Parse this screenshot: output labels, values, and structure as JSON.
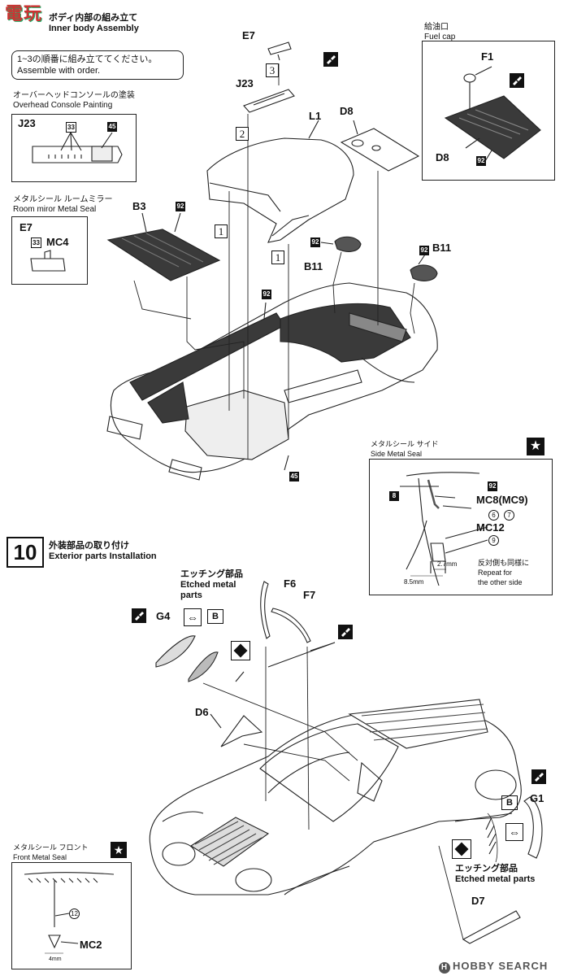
{
  "logo": {
    "text": "電玩"
  },
  "step9": {
    "title_jp": "ボディ内部の組み立て",
    "title_en": "Inner body Assembly",
    "note_jp": "1~3の順番に組み立ててください。",
    "note_en": "Assemble with order.",
    "overhead": {
      "title_jp": "オーバーヘッドコンソールの塗装",
      "title_en": "Overhead Console Painting",
      "part": "J23",
      "c1": "33",
      "c2": "45"
    },
    "mirror": {
      "title_jp": "メタルシール ルームミラー",
      "title_en": "Room miror Metal Seal",
      "part": "E7",
      "color": "33",
      "seal": "MC4"
    },
    "fuel": {
      "title_jp": "給油口",
      "title_en": "Fuel cap",
      "part1": "F1",
      "part2": "D8",
      "color": "92"
    },
    "parts": {
      "e7": "E7",
      "j23": "J23",
      "l1": "L1",
      "d8": "D8",
      "b3": "B3",
      "b11a": "B11",
      "b11b": "B11",
      "c92a": "92",
      "c92b": "92",
      "c92c": "92",
      "c92d": "92",
      "c45": "45",
      "s1": "1",
      "s2": "2",
      "s3": "3",
      "s1b": "1"
    },
    "side_seal": {
      "title_jp": "メタルシール サイド",
      "title_en": "Side Metal Seal",
      "c8": "8",
      "c92": "92",
      "mc8": "MC8(MC9)",
      "c6": "6",
      "c7": "7",
      "mc12": "MC12",
      "c9": "9",
      "dim1": "8.5mm",
      "dim2": "2.7mm",
      "repeat_jp": "反対側も同様に",
      "repeat_en1": "Repeat for",
      "repeat_en2": "the other side"
    }
  },
  "step10": {
    "number": "10",
    "title_jp": "外装部品の取り付け",
    "title_en": "Exterior parts Installation",
    "etched_jp": "エッチング部品",
    "etched_en1": "Etched metal",
    "etched_en2": "parts",
    "etched2_jp": "エッチング部品",
    "etched2_en": "Etched metal parts",
    "parts": {
      "g4": "G4",
      "f6": "F6",
      "f7": "F7",
      "d6": "D6",
      "g1": "G1",
      "d7": "D7",
      "b1": "B",
      "b2": "B"
    },
    "front_seal": {
      "title_jp": "メタルシール フロント",
      "title_en": "Front Metal Seal",
      "c12": "12",
      "mc2": "MC2",
      "dim": "4mm"
    }
  },
  "watermark": {
    "text": "HOBBY SEARCH"
  }
}
